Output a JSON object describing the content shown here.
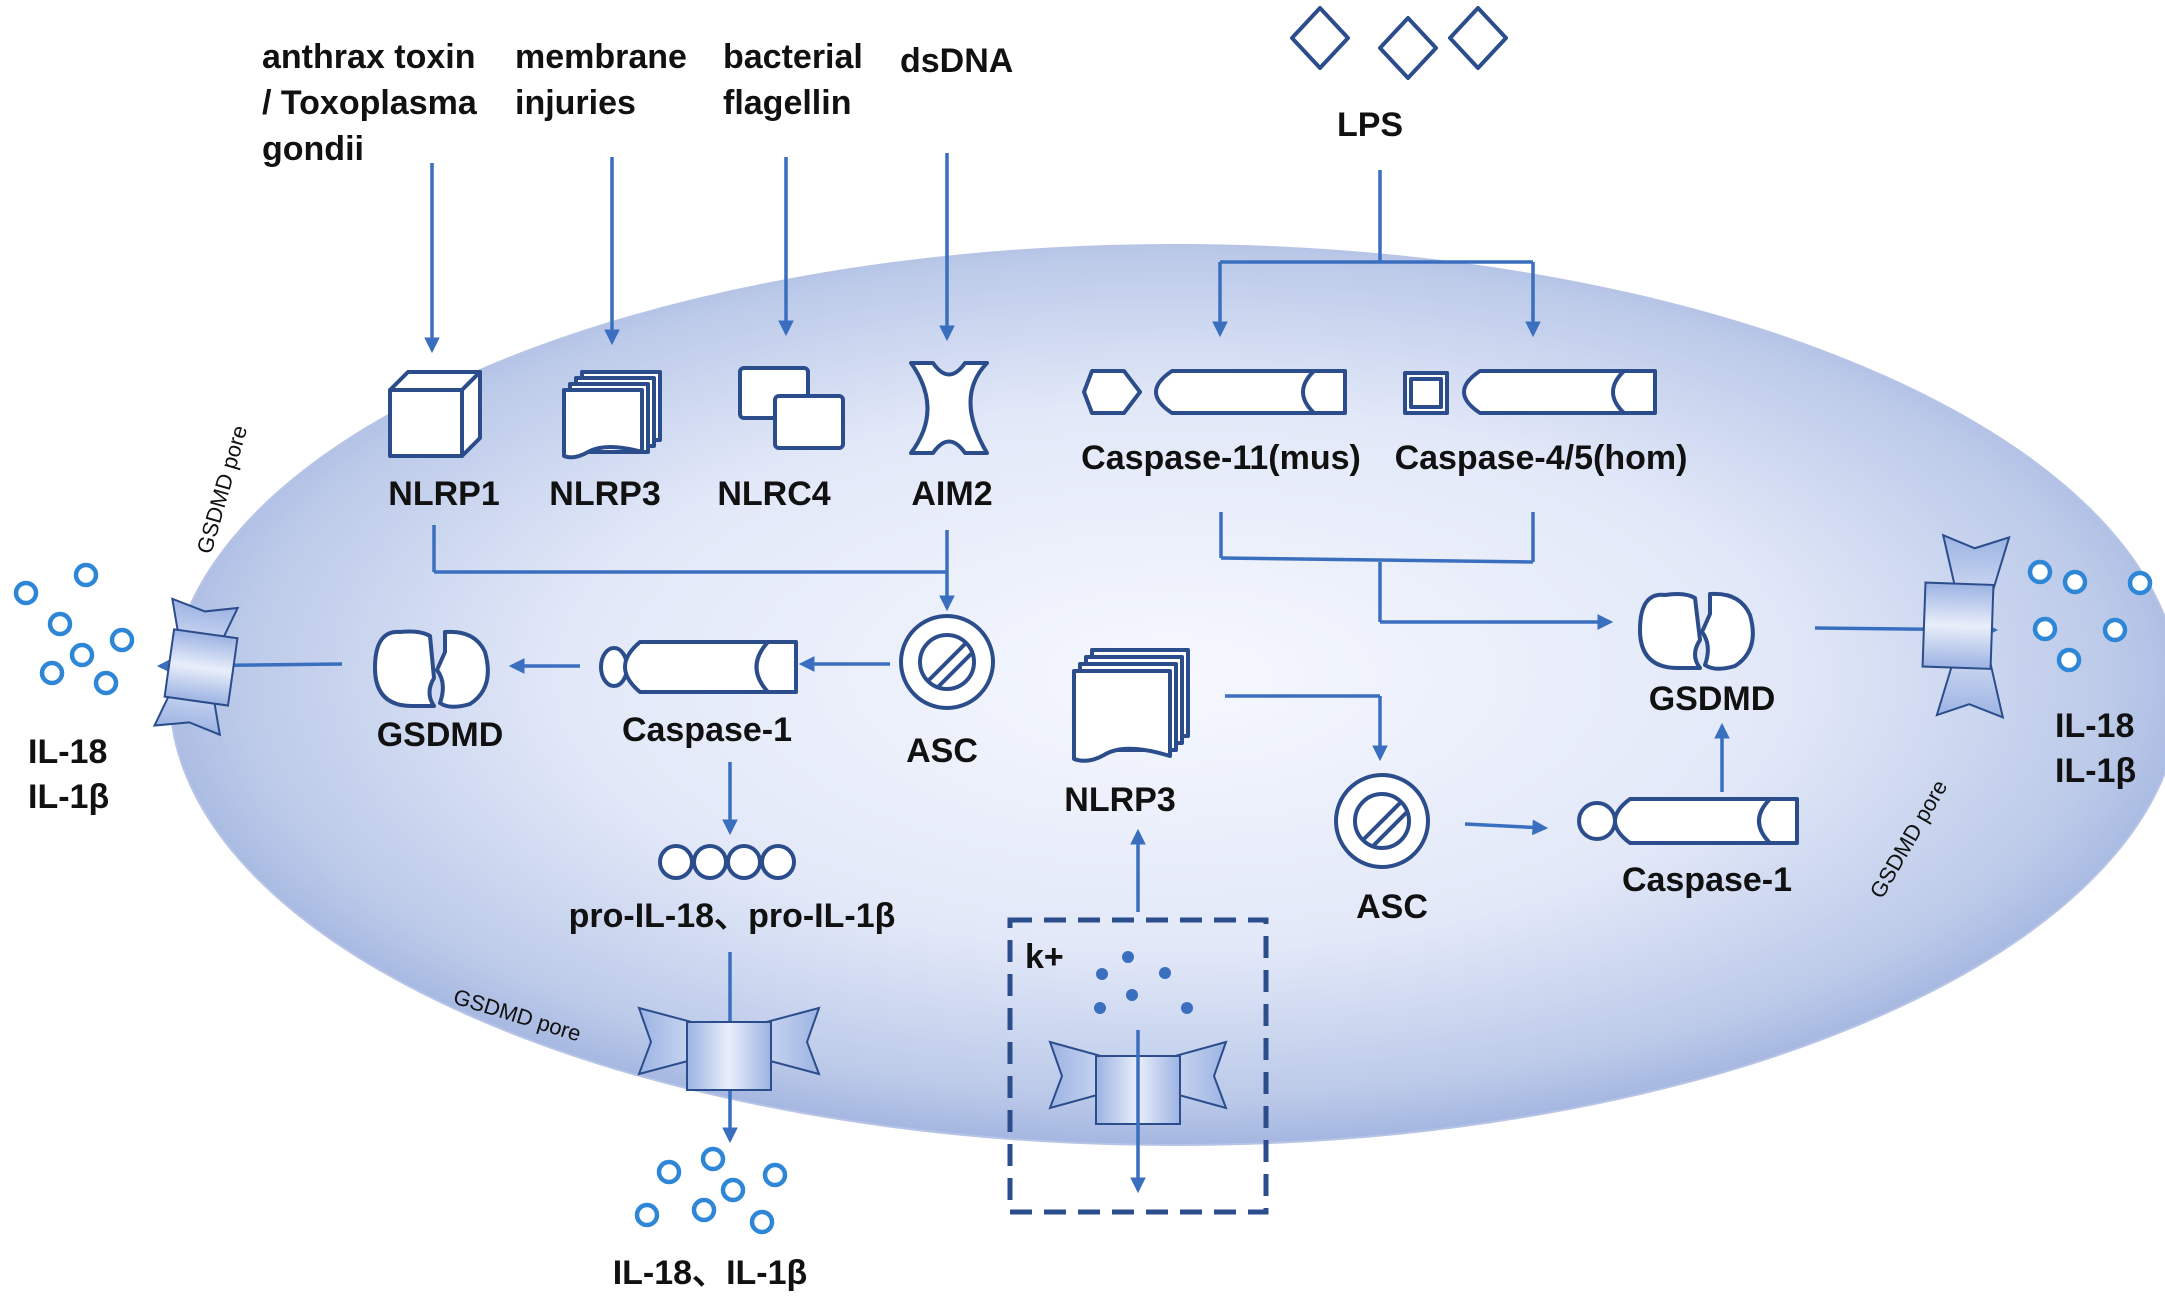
{
  "triggers": {
    "anthrax": [
      "anthrax toxin",
      "/ Toxoplasma",
      "gondii"
    ],
    "membrane": [
      "membrane",
      "injuries"
    ],
    "flagellin": [
      "bacterial",
      "flagellin"
    ],
    "dsdna": "dsDNA",
    "lps": "LPS"
  },
  "sensors": {
    "nlrp1": "NLRP1",
    "nlrp3": "NLRP3",
    "nlrc4": "NLRC4",
    "aim2": "AIM2",
    "caspase11": "Caspase-11(mus)",
    "caspase45": "Caspase-4/5(hom)"
  },
  "canonical": {
    "asc": "ASC",
    "caspase1": "Caspase-1",
    "gsdmd": "GSDMD",
    "pro_il": "pro-IL-18、pro-IL-1β"
  },
  "noncanonical": {
    "gsdmd": "GSDMD",
    "nlrp3": "NLRP3",
    "asc": "ASC",
    "caspase1": "Caspase-1",
    "k_plus": "k+"
  },
  "pores": {
    "left": "GSDMD pore",
    "bottom": "GSDMD pore",
    "right": "GSDMD pore"
  },
  "outputs": {
    "left": [
      "IL-18",
      "IL-1β"
    ],
    "right": [
      "IL-18",
      "IL-1β"
    ],
    "bottom": "IL-18、IL-1β"
  },
  "colors": {
    "cell_fill_center": "#f4f6fd",
    "cell_fill_edge": "#9aaee0",
    "arrow": "#3a6fc0",
    "icon_stroke": "#2c4d8c",
    "cytokine": "#2e86d6"
  }
}
